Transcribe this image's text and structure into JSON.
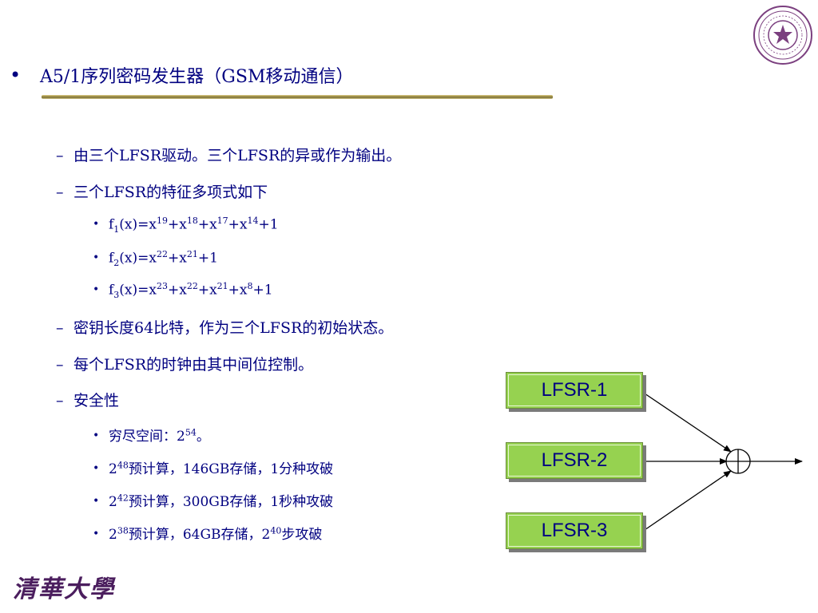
{
  "title": {
    "bullet": "•",
    "text": "A5/1序列密码发生器（GSM移动通信）"
  },
  "items": [
    {
      "marker": "–",
      "text": "由三个LFSR驱动。三个LFSR的异或作为输出。"
    },
    {
      "marker": "–",
      "text": "三个LFSR的特征多项式如下"
    },
    {
      "marker": "–",
      "text": "密钥长度64比特，作为三个LFSR的初始状态。"
    },
    {
      "marker": "–",
      "text": "每个LFSR的时钟由其中间位控制。"
    },
    {
      "marker": "–",
      "text": "安全性"
    }
  ],
  "polynomials": {
    "bullet": "•",
    "f1": {
      "name": "f",
      "sub": "1",
      "prefix": "(x)=x",
      "e1": "19",
      "t1": "+x",
      "e2": "18",
      "t2": "+x",
      "e3": "17",
      "t3": "+x",
      "e4": "14",
      "tail": "+1"
    },
    "f2": {
      "name": "f",
      "sub": "2",
      "prefix": "(x)=x",
      "e1": "22",
      "t1": "+x",
      "e2": "21",
      "tail": "+1"
    },
    "f3": {
      "name": "f",
      "sub": "3",
      "prefix": "(x)=x",
      "e1": "23",
      "t1": "+x",
      "e2": "22",
      "t2": "+x",
      "e3": "21",
      "t3": "+x",
      "e4": "8",
      "tail": "+1"
    }
  },
  "security": {
    "bullet": "•",
    "s1": {
      "text": "穷尽空间：2",
      "exp": "54",
      "tail": "。"
    },
    "s2": {
      "base": "2",
      "exp": "48",
      "text": "预计算，146GB存储，1分种攻破"
    },
    "s3": {
      "base": "2",
      "exp": "42",
      "text": "预计算，300GB存储，1秒种攻破"
    },
    "s4": {
      "base": "2",
      "exp": "38",
      "text": "预计算，64GB存储，2",
      "exp2": "40",
      "tail": "步攻破"
    }
  },
  "diagram": {
    "boxes": [
      "LFSR-1",
      "LFSR-2",
      "LFSR-3"
    ],
    "box_color": "#96d250",
    "combiner": "xor-icon"
  },
  "logo": {
    "seal": "tsinghua-seal",
    "wordmark": "清華大學"
  }
}
